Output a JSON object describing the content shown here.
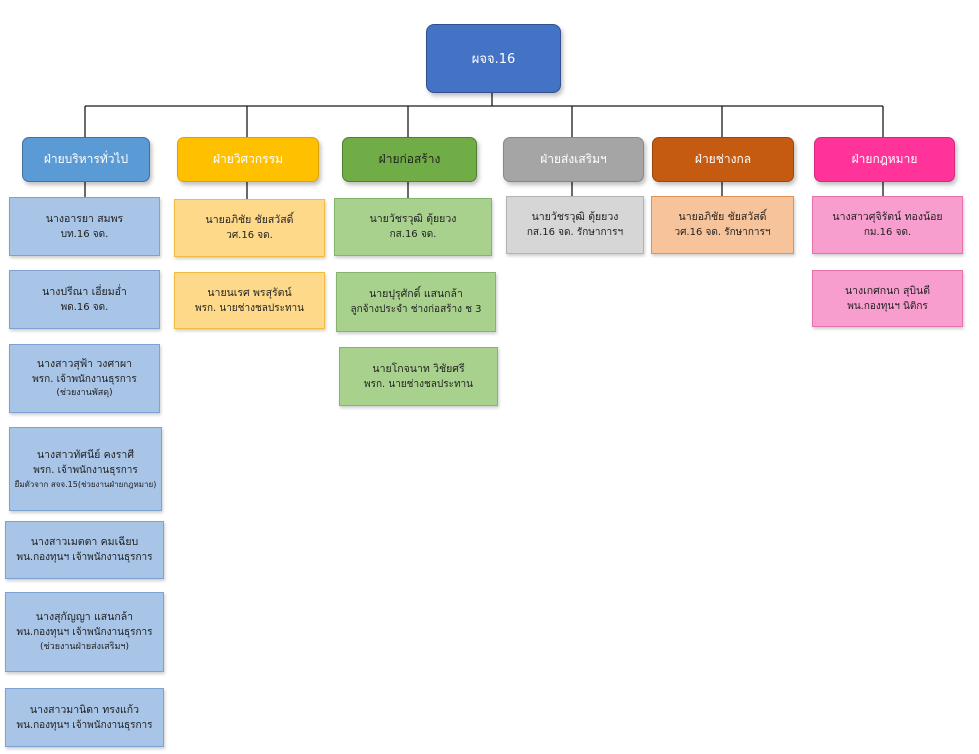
{
  "root": {
    "label": "ผจจ.16",
    "color": "#4472c4"
  },
  "departments": [
    {
      "label": "ฝ่ายบริหารทั่วไป",
      "color": "#5b9bd5",
      "text_color": "#ffffff"
    },
    {
      "label": "ฝ่ายวิศวกรรม",
      "color": "#ffc000",
      "text_color": "#ffffff"
    },
    {
      "label": "ฝ่ายก่อสร้าง",
      "color": "#70ad47",
      "text_color": "#1f1f1f"
    },
    {
      "label": "ฝ่ายส่งเสริมฯ",
      "color": "#a5a5a5",
      "text_color": "#ffffff"
    },
    {
      "label": "ฝ่ายช่างกล",
      "color": "#c55a11",
      "text_color": "#ffffff"
    },
    {
      "label": "ฝ่ายกฎหมาย",
      "color": "#ff3399",
      "text_color": "#ffffff"
    }
  ],
  "staff": {
    "admin": [
      {
        "name": "นางอารยา สมพร",
        "role": "บท.16 จด."
      },
      {
        "name": "นางปรีณา เอี่ยมอ่ำ",
        "role": "พด.16 จด."
      },
      {
        "name": "นางสาวสุฟ้า วงศาผา",
        "role": "พรก. เจ้าพนักงานธุรการ",
        "note": "(ช่วยงานพัสดุ)"
      },
      {
        "name": "นางสาวทัศนีย์ คงราศี",
        "role": "พรก. เจ้าพนักงานธุรการ",
        "note": "ยืมตัวจาก สจจ.15(ช่วยงานฝ่ายกฎหมาย)"
      },
      {
        "name": "นางสาวเมตตา คมเฉียบ",
        "role": "พน.กองทุนฯ เจ้าพนักงานธุรการ"
      },
      {
        "name": "นางสุกัญญา แสนกล้า",
        "role": "พน.กองทุนฯ เจ้าพนักงานธุรการ",
        "note": "(ช่วยงานฝ่ายส่งเสริมฯ)"
      },
      {
        "name": "นางสาวมานิดา ทรงแก้ว",
        "role": "พน.กองทุนฯ เจ้าพนักงานธุรการ"
      }
    ],
    "engineering": [
      {
        "name": "นายอภิชัย  ชัยสวัสดิ์",
        "role": "วศ.16 จด."
      },
      {
        "name": "นายนเรศ พรสุรัตน์",
        "role": "พรก. นายช่างชลประทาน"
      }
    ],
    "construction": [
      {
        "name": "นายวัชรวุฒิ  ตุ้ยยวง",
        "role": "กส.16 จด."
      },
      {
        "name": "นายปุรุศักดิ์ แสนกล้า",
        "role": "ลูกจ้างประจำ ช่างก่อสร้าง ช 3"
      },
      {
        "name": "นายโกจนาท วิชัยศรี",
        "role": "พรก. นายช่างชลประทาน"
      }
    ],
    "promotion": [
      {
        "name": "นายวัชรวุฒิ  ตุ้ยยวง",
        "role": "กส.16 จด. รักษาการฯ"
      }
    ],
    "mechanical": [
      {
        "name": "นายอภิชัย  ชัยสวัสดิ์",
        "role": "วศ.16 จด. รักษาการฯ"
      }
    ],
    "legal": [
      {
        "name": "นางสาวศุจิรัตน์ ทองน้อย",
        "role": "กม.16 จด."
      },
      {
        "name": "นางเกศกนก สุบินดี",
        "role": "พน.กองทุนฯ นิติกร"
      }
    ]
  }
}
